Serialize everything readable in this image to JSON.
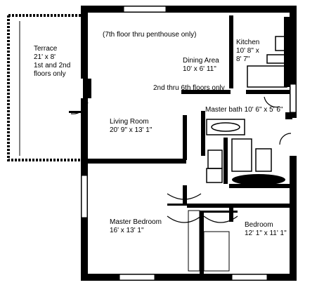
{
  "rooms": {
    "terrace": {
      "name": "Terrace",
      "size": "21' x 8'",
      "note_line1": "1st and 2nd",
      "note_line2": "floors only"
    },
    "penthouse_note": "(7th floor thru penthouse only)",
    "kitchen": {
      "name": "Kitchen",
      "size_line1": "10' 8\" x",
      "size_line2": "8' 7\""
    },
    "dining": {
      "name": "Dining Area",
      "size": "10' x 6' 11\""
    },
    "floors_note": "2nd thru 6th floors only",
    "master_bath": {
      "name": "Master bath",
      "size": "10' 6\" x 5' 6\""
    },
    "living": {
      "name": "Living Room",
      "size": "20' 9\" x 13' 1\""
    },
    "master_bedroom": {
      "name": "Master Bedroom",
      "size": "16' x 13' 1\""
    },
    "bedroom": {
      "name": "Bedroom",
      "size": "12' 1\" x 11' 1\""
    }
  },
  "colors": {
    "wall": "#000000",
    "background": "#ffffff"
  }
}
